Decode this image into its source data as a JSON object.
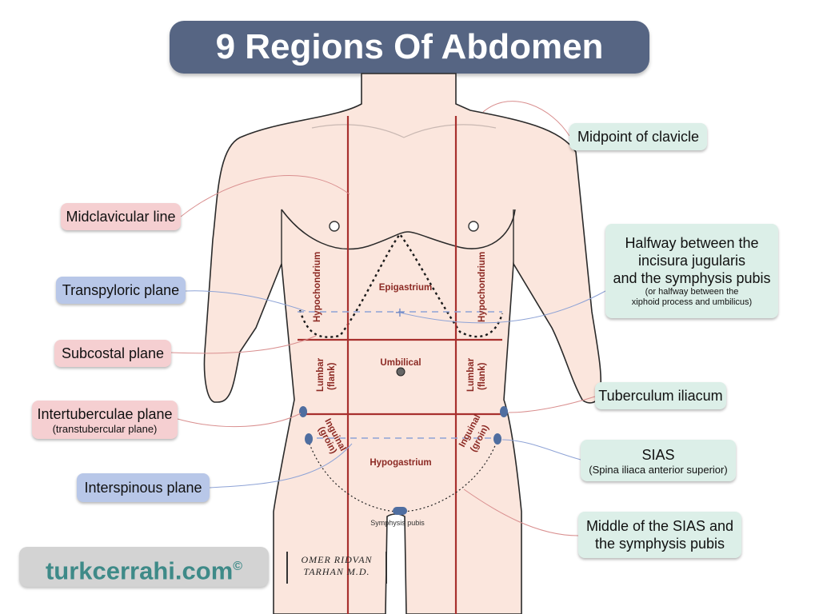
{
  "title": "9 Regions Of Abdomen",
  "regions": {
    "hypochondrium_right": "Hypochondrium",
    "epigastrium": "Epigastrium",
    "hypochondrium_left": "Hypochondrium",
    "lumbar_right": "Lumbar",
    "lumbar_right_note": "(flank)",
    "umbilical": "Umbilical",
    "lumbar_left": "Lumbar",
    "lumbar_left_note": "(flank)",
    "inguinal_right": "Inguinal",
    "inguinal_right_note": "(groin)",
    "hypogastrium": "Hypogastrium",
    "inguinal_left": "Inguinal",
    "inguinal_left_note": "(groin)"
  },
  "symphysis_label": "Symphysis pubis",
  "callouts": {
    "midclavicular": "Midclavicular line",
    "transpyloric": "Transpyloric plane",
    "subcostal": "Subcostal plane",
    "intertuberculae": "Intertuberculae plane",
    "intertuberculae_sub": "(transtubercular plane)",
    "interspinous": "Interspinous plane",
    "midpoint_clavicle": "Midpoint of clavicle",
    "halfway_line1": "Halfway between the",
    "halfway_line2": "incisura jugularis",
    "halfway_line3": "and the symphysis pubis",
    "halfway_sub1": "(or halfway between the",
    "halfway_sub2": "xiphoid process and umbilicus)",
    "tuberculum": "Tuberculum iliacum",
    "sias": "SIAS",
    "sias_sub": "(Spina iliaca anterior superior)",
    "middle_line1": "Middle of the SIAS and",
    "middle_line2": "the symphysis pubis"
  },
  "brand": {
    "name": "turkcerrahi.com",
    "mark": "©"
  },
  "signature": {
    "line1": "OMER  RIDVAN",
    "line2": "TARHAN  M.D."
  },
  "colors": {
    "title_bg": "#566583",
    "skin": "#fbe6dd",
    "outline": "#2a2a2a",
    "region_line": "#a8302e",
    "pink_callout": "#f5cfd1",
    "blue_callout": "#b8c7e8",
    "mint_callout": "#dcefe8",
    "brand_text": "#3e8a88"
  }
}
